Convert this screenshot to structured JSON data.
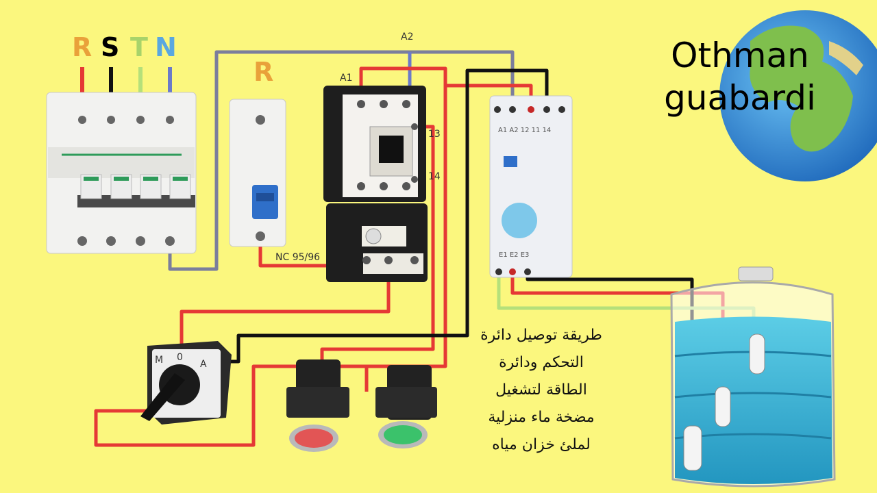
{
  "supply_labels": [
    {
      "text": "R",
      "color": "#e9a13a"
    },
    {
      "text": "S",
      "color": "#000000"
    },
    {
      "text": "T",
      "color": "#a8d36a"
    },
    {
      "text": "N",
      "color": "#5aa7e0"
    }
  ],
  "breaker_label": "R",
  "contactor_labels": {
    "a1": "A1",
    "a2": "A2",
    "t13": "13",
    "t14": "14"
  },
  "relay_terminals": "A1 A2 12 11 14",
  "relay_bottom_terminals": "E1 E2 E3",
  "nc_label": "NC 95/96",
  "selector_labels": {
    "manual": "M",
    "off": "0",
    "auto": "A"
  },
  "brand": {
    "line1": "Othman",
    "line2": "guabardi"
  },
  "caption": [
    "طريقة توصيل دائرة",
    "التحكم ودائرة",
    "الطاقة لتشغيل",
    "مضخة ماء منزلية",
    "لملئ خزان مياه"
  ],
  "colors": {
    "background": "#fbf77e",
    "wire_red": "#e53935",
    "wire_black": "#111111",
    "wire_blue": "#6b7ac9",
    "wire_gray": "#7b7e9c",
    "wire_green": "#b5e07a",
    "water": "#38b6d6",
    "globe": "#2f8fd8"
  }
}
